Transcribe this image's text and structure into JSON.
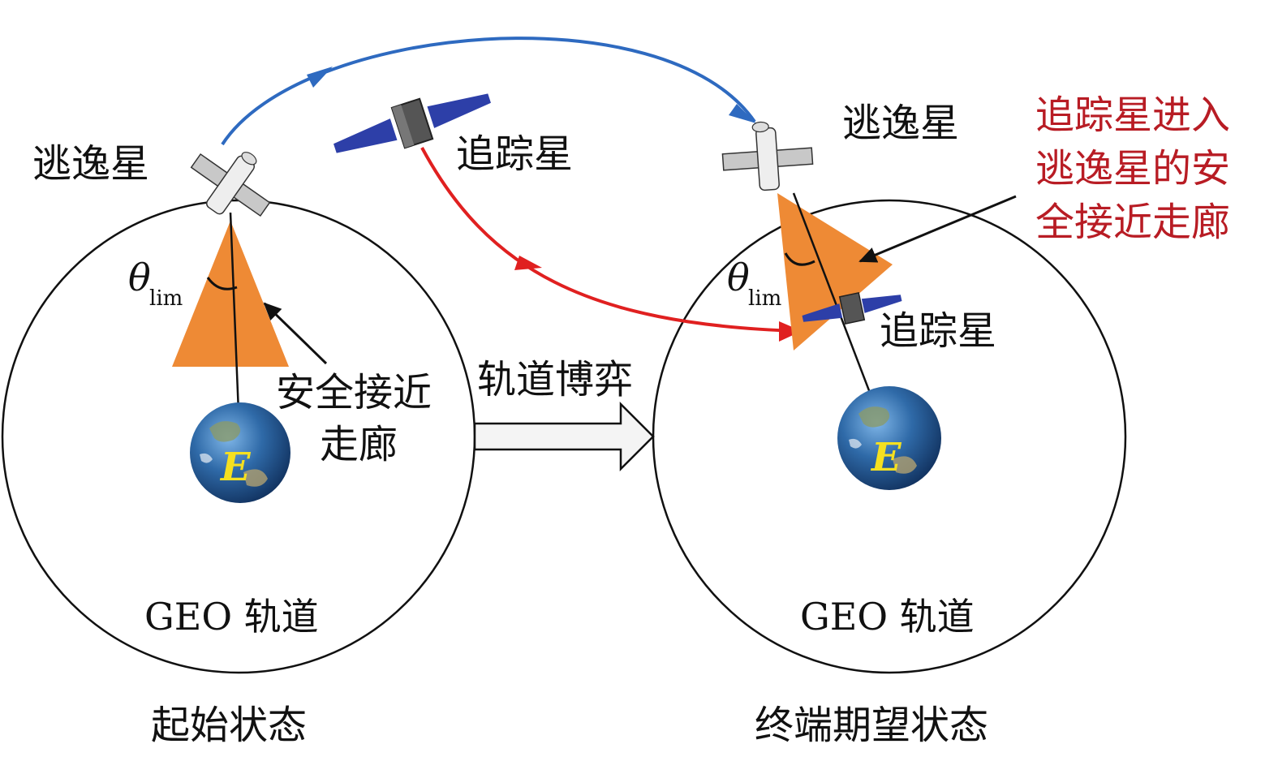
{
  "colors": {
    "escape_path": "#2e6ac0",
    "pursuer_path": "#e02020",
    "corridor": "#ee8a35",
    "red_label": "#b81c24",
    "panel_blue": "#2d3fa8",
    "earth_letter": "#f5e020"
  },
  "left": {
    "escaper_label": "逃逸星",
    "theta_symbol": "θ",
    "theta_sub": "lim",
    "corridor_label_1": "安全接近",
    "corridor_label_2": "走廊",
    "earth_letter": "E",
    "orbit_label": "GEO 轨道",
    "state_caption": "起始状态"
  },
  "right": {
    "escaper_label": "逃逸星",
    "pursuer_label": "追踪星",
    "theta_symbol": "θ",
    "theta_sub": "lim",
    "note_line_1": "追踪星进入",
    "note_line_2": "逃逸星的安",
    "note_line_3": "全接近走廊",
    "earth_letter": "E",
    "orbit_label": "GEO 轨道",
    "state_caption": "终端期望状态"
  },
  "middle": {
    "pursuer_label": "追踪星",
    "game_label": "轨道博弈"
  },
  "icons": [
    "escaper-satellite-icon",
    "pursuer-satellite-icon",
    "earth-icon",
    "transition-arrow-icon"
  ]
}
